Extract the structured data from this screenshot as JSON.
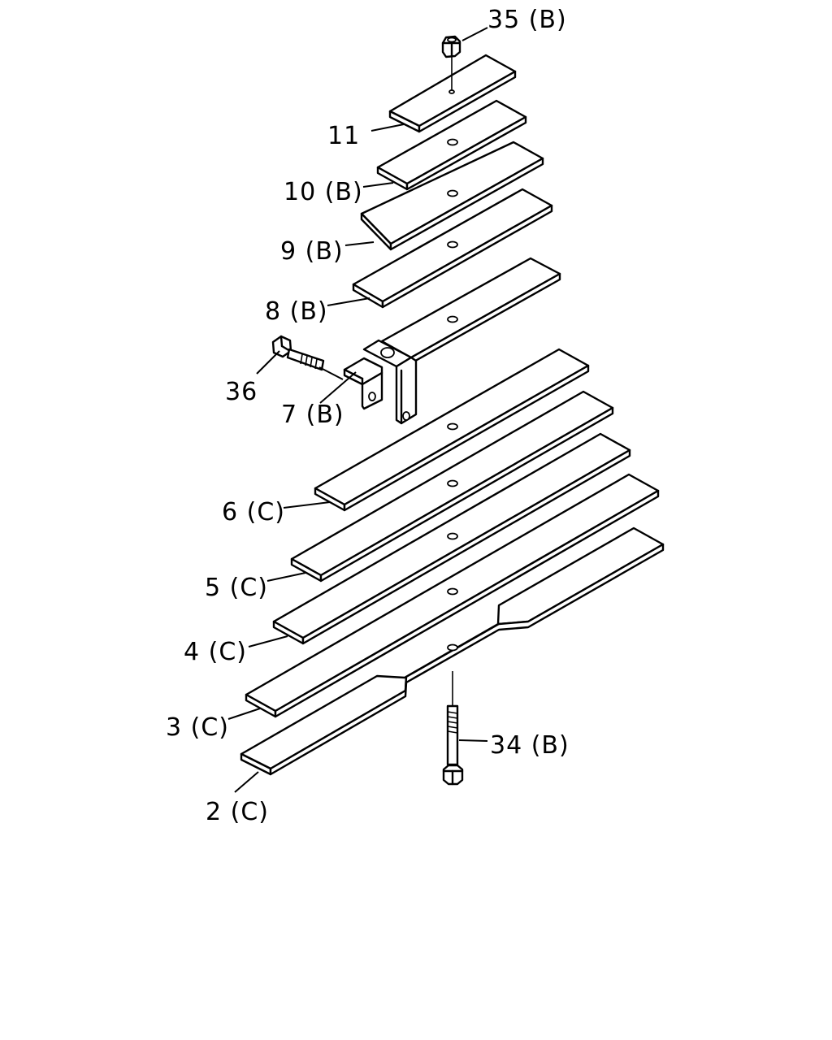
{
  "callouts": {
    "nut_35": "35 (B)",
    "leaf_11": "11",
    "leaf_10": "10 (B)",
    "leaf_9": "9 (B)",
    "leaf_8": "8 (B)",
    "bolt_36": "36",
    "leaf_7": "7 (B)",
    "leaf_6": "6 (C)",
    "leaf_5": "5 (C)",
    "leaf_4": "4 (C)",
    "leaf_3": "3 (C)",
    "leaf_2": "2 (C)",
    "bolt_34": "34 (B)"
  }
}
